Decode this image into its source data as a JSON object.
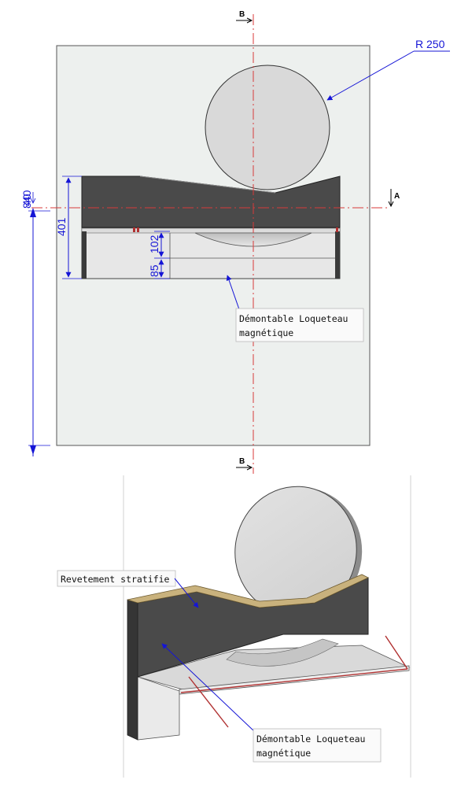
{
  "section_markers": {
    "b_top": "B",
    "b_bottom": "B",
    "a_right": "A"
  },
  "dimensions": {
    "radius": "R 250",
    "height_total": "840",
    "height_small": "40",
    "height_block": "401",
    "height_drawer": "102",
    "height_base": "85"
  },
  "callouts": {
    "front_line1": "Démontable Loqueteau",
    "front_line2": "magnétique",
    "iso_top": "Revetement stratifie",
    "iso_bottom_line1": "Démontable Loqueteau",
    "iso_bottom_line2": "magnétique"
  },
  "colors": {
    "dimension": "#1515d6",
    "centerline": "#d83a3a",
    "dark_panel": "#4a4a4a",
    "disc_fill": "#d9d9d9",
    "sheet_bg": "#edf0ee",
    "laminate": "#c9b27d"
  }
}
